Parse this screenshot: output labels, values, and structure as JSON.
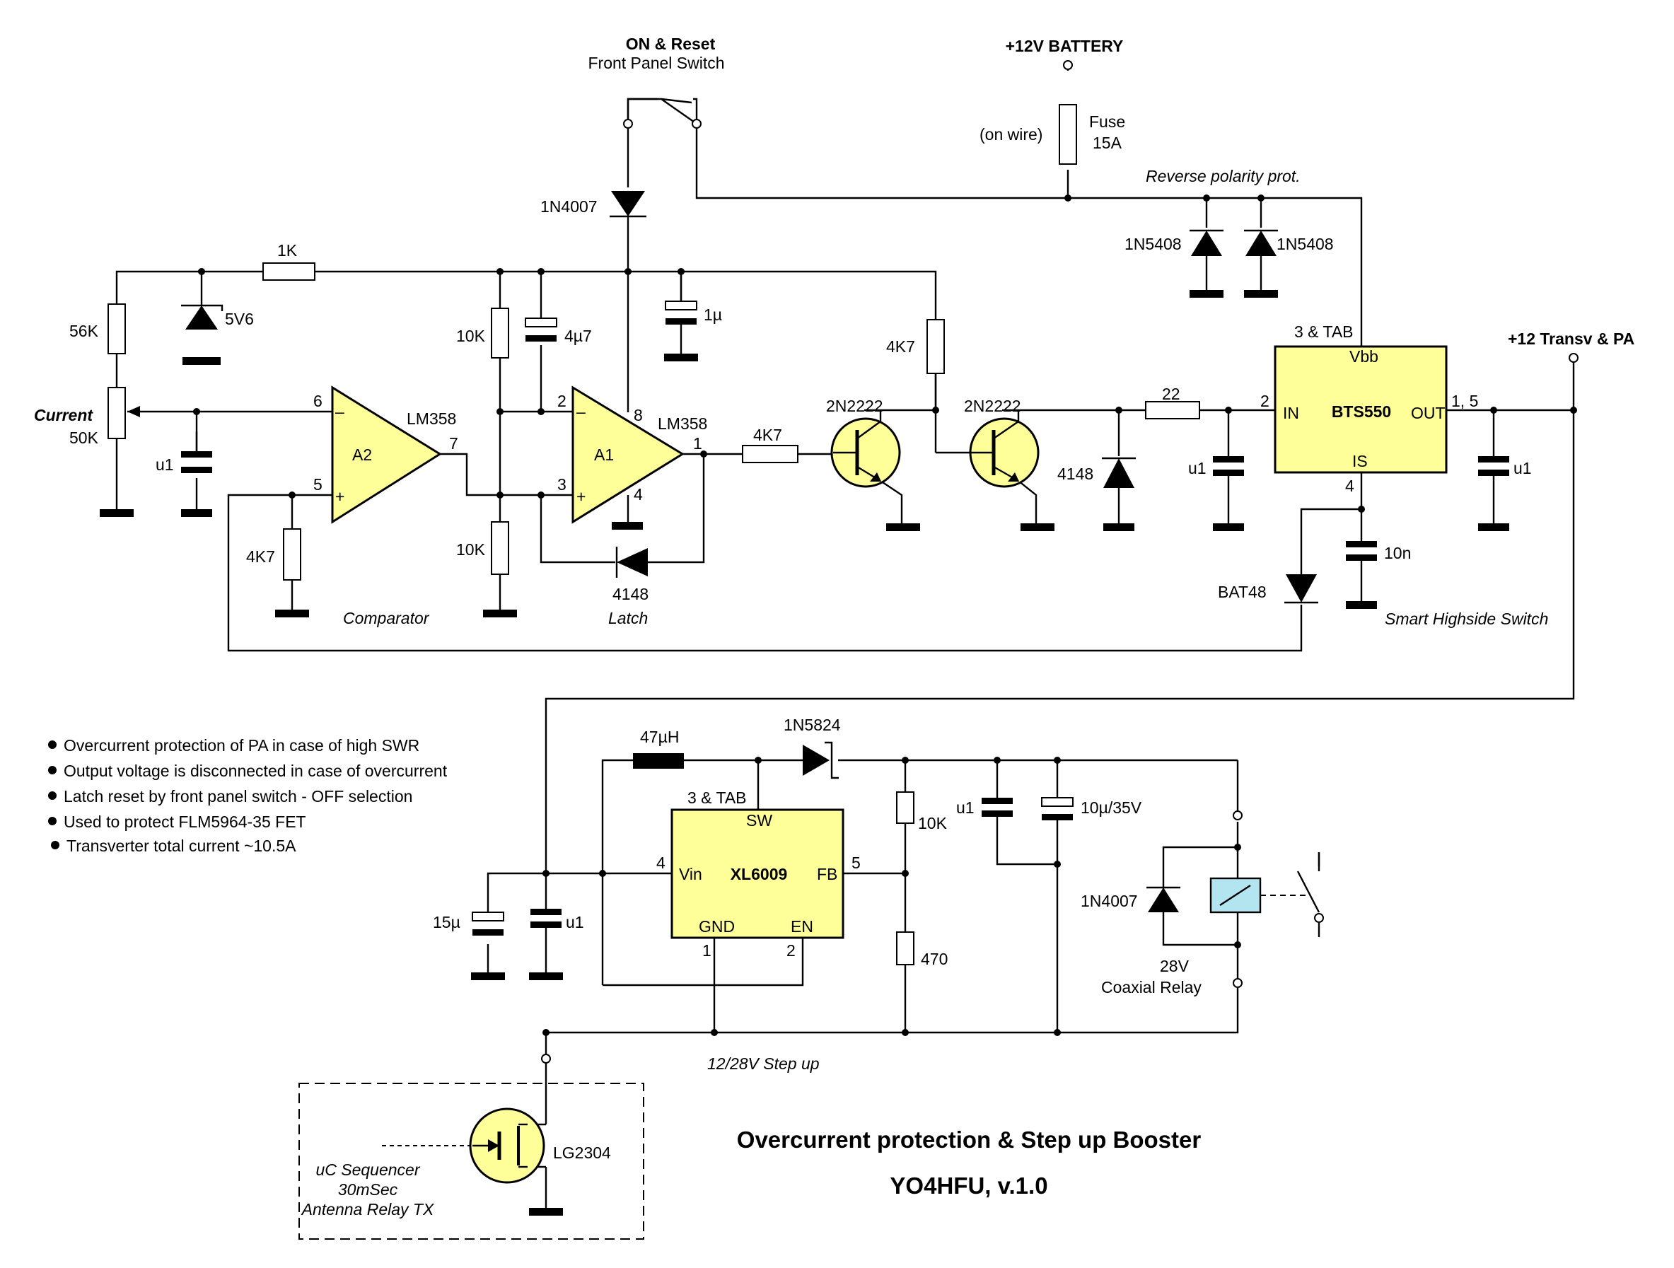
{
  "title": "Overcurrent protection & Step up Booster",
  "subtitle": "YO4HFU, v.1.0",
  "colors": {
    "chip_fill": "#ffff99",
    "relay_fill": "#b3e5f0",
    "wire": "#000000"
  },
  "top": {
    "switch_title": "ON & Reset",
    "switch_sub": "Front Panel Switch",
    "battery": "+12V BATTERY",
    "fuse_name": "Fuse",
    "fuse_value": "15A",
    "fuse_note": "(on wire)",
    "rev_note": "Reverse polarity prot.",
    "d_1n4007": "1N4007",
    "d_1n5408a": "1N5408",
    "d_1n5408b": "1N5408",
    "r_1k": "1K",
    "r_56k": "56K",
    "z_5v6": "5V6",
    "pot_name": "Current",
    "pot_value": "50K",
    "c_u1_left": "u1",
    "r_10k_a": "10K",
    "r_10k_b": "10K",
    "c_4u7": "4µ7",
    "c_1u": "1µ",
    "r_4k7_a": "4K7",
    "r_4k7_b": "4K7",
    "r_4k7_c": "4K7",
    "opamp_a2": "A2",
    "opamp_a1": "A1",
    "lm358_a": "LM358",
    "lm358_b": "LM358",
    "pin6": "6",
    "pin5": "5",
    "pin7": "7",
    "pin2": "2",
    "pin3": "3",
    "pin8": "8",
    "pin4": "4",
    "pin1": "1",
    "minus": "–",
    "plus": "+",
    "comparator": "Comparator",
    "latch": "Latch",
    "d_4148_latch": "4148",
    "q1": "2N2222",
    "q2": "2N2222",
    "d_4148_b": "4148",
    "r_22": "22",
    "c_u1_mid": "u1",
    "bts_top": "3 & TAB",
    "bts_vbb": "Vbb",
    "bts_name": "BTS550",
    "bts_in": "IN",
    "bts_out": "OUT",
    "bts_is": "IS",
    "bts_pin2": "2",
    "bts_pin15": "1, 5",
    "bts_pin4": "4",
    "c_u1_right": "u1",
    "c_10n": "10n",
    "d_bat48": "BAT48",
    "smart_note": "Smart Highside Switch",
    "out_label": "+12 Transv & PA"
  },
  "notes": [
    "Overcurrent protection of PA in case of high SWR",
    "Output voltage is disconnected in case of overcurrent",
    "Latch reset by front panel switch - OFF selection",
    "Used to protect FLM5964-35 FET",
    "Transverter total current ~10.5A"
  ],
  "bottom": {
    "inductor": "47µH",
    "schottky": "1N5824",
    "xl_top": "3 & TAB",
    "xl_sw": "SW",
    "xl_name": "XL6009",
    "xl_vin": "Vin",
    "xl_fb": "FB",
    "xl_gnd": "GND",
    "xl_en": "EN",
    "pin4": "4",
    "pin5": "5",
    "pin1": "1",
    "pin2": "2",
    "r_10k": "10K",
    "r_470": "470",
    "c_u1": "u1",
    "c_10u": "10µ/35V",
    "c_15u": "15µ",
    "c_u1_in": "u1",
    "d_1n4007": "1N4007",
    "relay_v": "28V",
    "relay_name": "Coaxial Relay",
    "stepup_note": "12/28V Step up",
    "fet": "LG2304",
    "seq_1": "uC Sequencer",
    "seq_2": "30mSec",
    "seq_3": "Antenna Relay TX"
  }
}
